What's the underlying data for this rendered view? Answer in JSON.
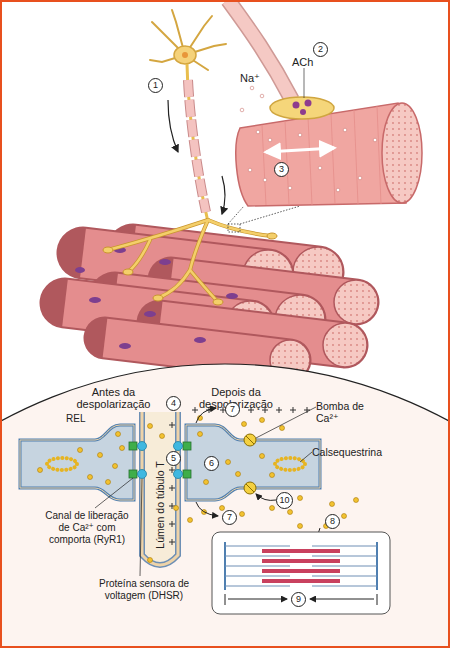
{
  "diagram": {
    "labels": [
      "2",
      "ACh",
      "Na⁺",
      "1",
      "3",
      "Antes da despolarização",
      "Depois da despolarização",
      "4",
      "Bomba de Ca²⁺",
      "7",
      "REL",
      "5",
      "Calsequestrina",
      "6",
      "7",
      "10",
      "Canal de liberação de Ca²⁺ com comporta (RyR1)",
      "8",
      "9",
      "Proteína sensora de voltagem (DHSR)",
      "Lúmen do túbulo T"
    ]
  }
}
